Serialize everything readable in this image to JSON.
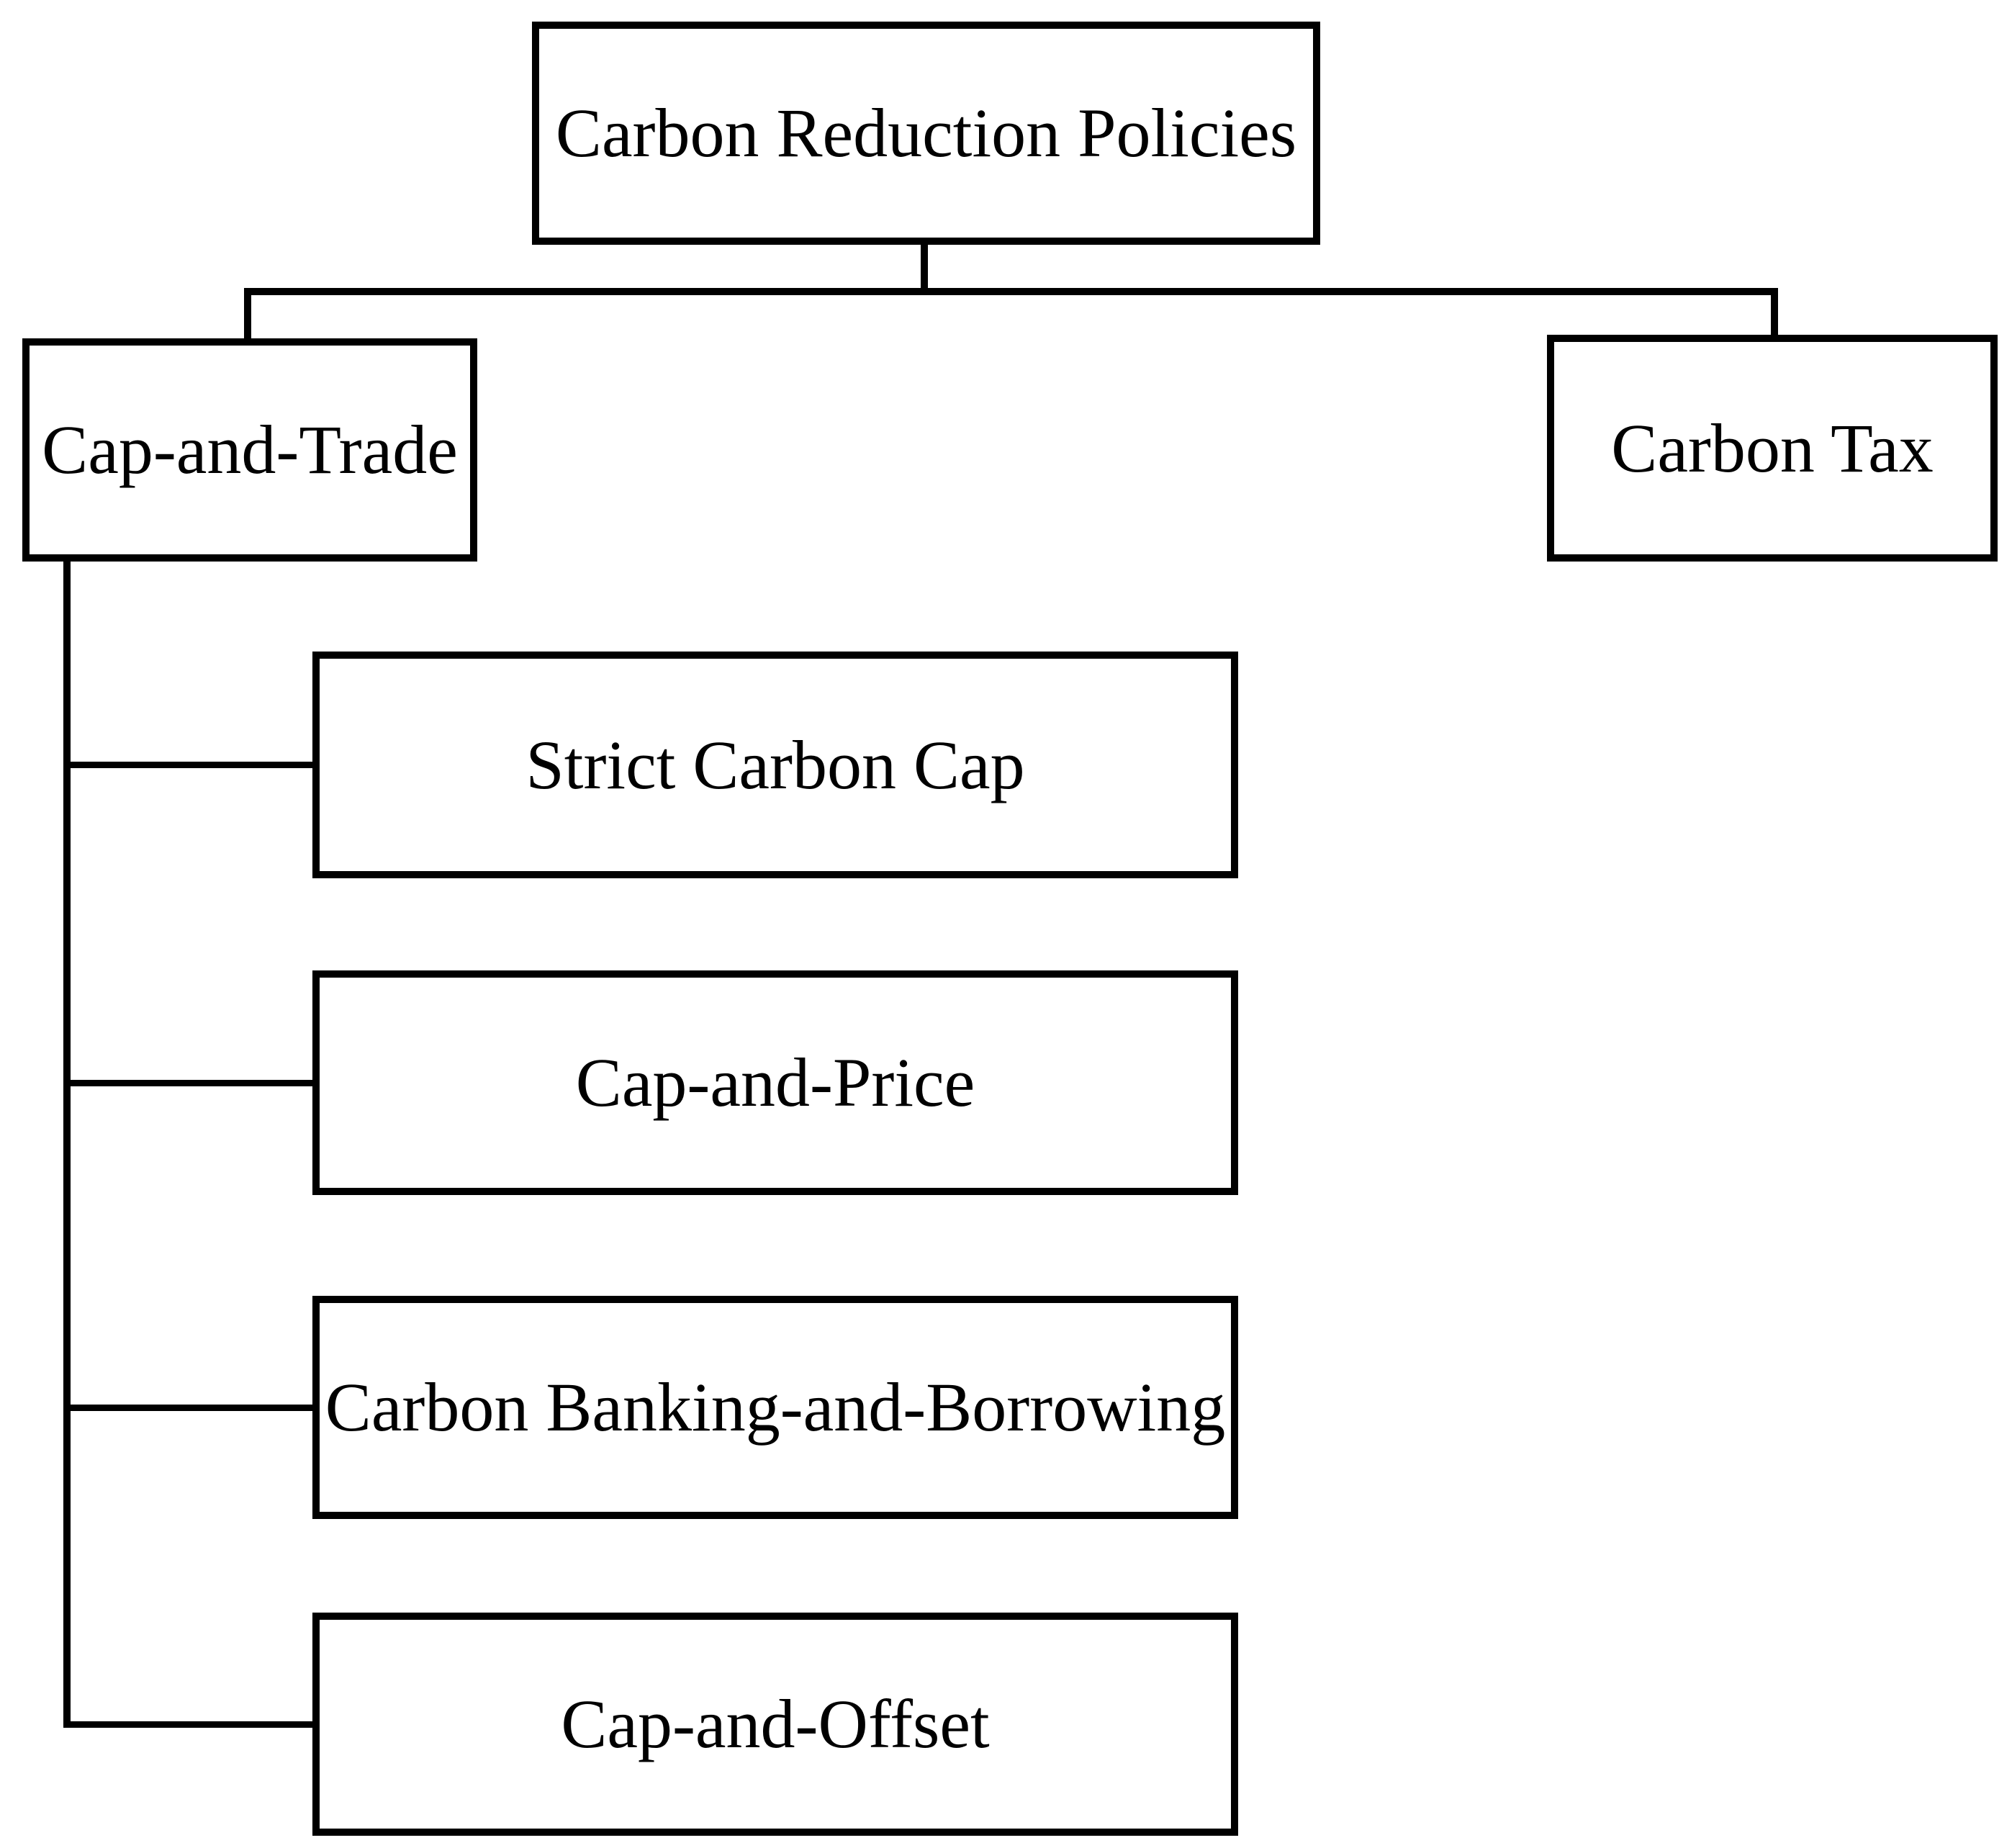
{
  "diagram": {
    "background_color": "#ffffff",
    "line_color": "#000000",
    "text_color": "#000000",
    "root": {
      "label": "Carbon Reduction Policies"
    },
    "level1": [
      {
        "label": "Cap-and-Trade"
      },
      {
        "label": "Carbon Tax"
      }
    ],
    "cap_and_trade_children": [
      {
        "label": "Strict Carbon Cap"
      },
      {
        "label": "Cap-and-Price"
      },
      {
        "label": "Carbon Banking-and-Borrowing"
      },
      {
        "label": "Cap-and-Offset"
      }
    ]
  }
}
